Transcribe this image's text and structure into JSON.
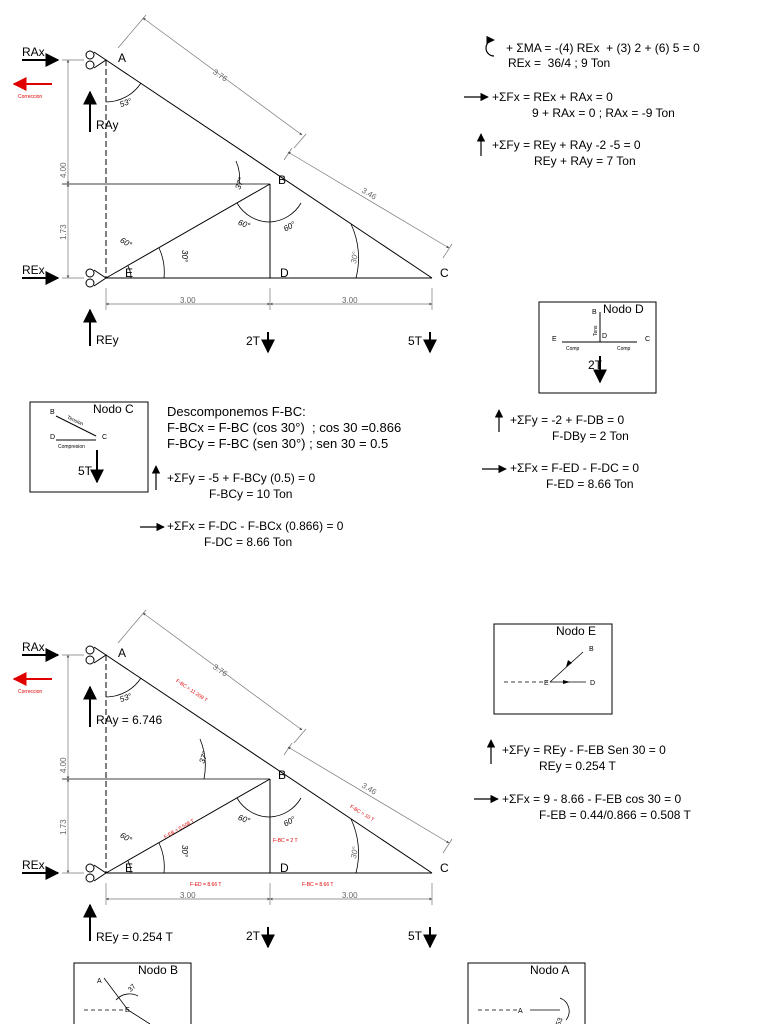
{
  "diagram1": {
    "labels": {
      "rax": "RAx",
      "ray": "RAy",
      "rex": "REx",
      "rey": "REy",
      "correction": "Correccion",
      "node_a": "A",
      "node_b": "B",
      "node_c": "C",
      "node_d": "D",
      "node_e": "E",
      "dim_ab": "3.76",
      "dim_bc": "3.46",
      "dim_h1": "4.00",
      "dim_h2": "1.73",
      "dim_ed": "3.00",
      "dim_dc": "3.00",
      "ang_53": "53°",
      "ang_37": "37°",
      "ang_60a": "60°",
      "ang_30a": "30°",
      "ang_60b": "60°",
      "ang_60c": "60°",
      "ang_30b": "30°",
      "load_d": "2T",
      "load_c": "5T"
    }
  },
  "equations_top": {
    "ma_line1": "+ ΣMA = -(4) REx  + (3) 2 + (6) 5 = 0",
    "ma_line2": "REx =  36/4 ; 9 Ton",
    "fx_line1": "+ΣFx = REx + RAx = 0",
    "fx_line2": "9 + RAx = 0 ; RAx = -9 Ton",
    "fy_line1": "+ΣFy = REy + RAy -2 -5 = 0",
    "fy_line2": "REy + RAy = 7 Ton"
  },
  "nodo_d": {
    "title": "Nodo D",
    "b": "B",
    "d": "D",
    "e": "E",
    "c": "C",
    "tens": "Tens",
    "comp_left": "Comp",
    "comp_right": "Comp",
    "load": "2T",
    "fy_line1": "+ΣFy = -2 + F-DB = 0",
    "fy_line2": "F-DBy = 2 Ton",
    "fx_line1": "+ΣFx = F-ED - F-DC = 0",
    "fx_line2": "F-ED = 8.66 Ton"
  },
  "nodo_c": {
    "title": "Nodo C",
    "b": "B",
    "d": "D",
    "c": "C",
    "tension": "Tension",
    "compresion": "Compresion",
    "load": "5T",
    "desc_line1": "Descomponemos F-BC:",
    "desc_line2": "F-BCx = F-BC (cos 30°)  ; cos 30 =0.866",
    "desc_line3": "F-BCy = F-BC (sen 30°) ; sen 30 = 0.5",
    "fy_line1": "+ΣFy = -5 + F-BCy (0.5) = 0",
    "fy_line2": "F-BCy = 10 Ton",
    "fx_line1": "+ΣFx = F-DC - F-BCx (0.866) = 0",
    "fx_line2": "F-DC = 8.66 Ton"
  },
  "diagram2": {
    "labels": {
      "rax": "RAx",
      "ray": "RAy = 6.746",
      "rex": "REx",
      "rey": "REy = 0.254 T",
      "correction": "Correccion",
      "node_a": "A",
      "node_b": "B",
      "node_c": "C",
      "node_d": "D",
      "node_e": "E",
      "dim_ab": "3.76",
      "dim_bc": "3.46",
      "dim_h1": "4.00",
      "dim_h2": "1.73",
      "dim_ed": "3.00",
      "dim_dc": "3.00",
      "ang_53": "53°",
      "ang_37": "37°",
      "ang_60a": "60°",
      "ang_30a": "30°",
      "ang_60b": "60°",
      "ang_60c": "60°",
      "ang_30b": "30°",
      "load_d": "2T",
      "load_c": "5T",
      "f_ab": "F-BC = 11.209 T",
      "f_eb": "F-EB = 0.508 T",
      "f_bd": "F-BC = 2 T",
      "f_bc": "F-BC = 10 T",
      "f_ed": "F-ED = 8.66 T",
      "f_dc": "F-BC = 8.66 T"
    }
  },
  "nodo_e": {
    "title": "Nodo E",
    "b": "B",
    "e": "E",
    "d": "D",
    "fy_line1": "+ΣFy = REy - F-EB Sen 30 = 0",
    "fy_line2": "REy = 0.254 T",
    "fx_line1": "+ΣFx = 9 - 8.66 - F-EB cos 30 = 0",
    "fx_line2": "F-EB = 0.44/0.866 = 0.508 T"
  },
  "nodo_b": {
    "title": "Nodo B",
    "a": "A",
    "ang": "37",
    "e": "E"
  },
  "nodo_a": {
    "title": "Nodo A",
    "a": "A",
    "ang": "53"
  }
}
